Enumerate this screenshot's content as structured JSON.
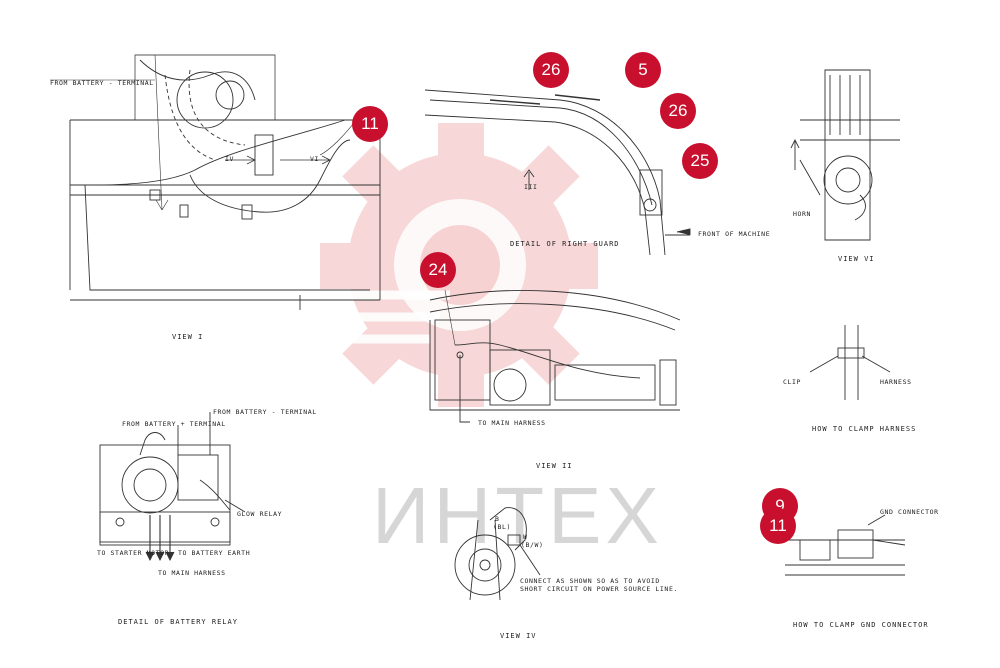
{
  "watermark": {
    "text": "ИНТЕХ",
    "color": "#f2b8b8"
  },
  "callout_color": "#c8102e",
  "callouts": [
    {
      "id": "c11a",
      "label": "11"
    },
    {
      "id": "c26a",
      "label": "26"
    },
    {
      "id": "c5",
      "label": "5"
    },
    {
      "id": "c26b",
      "label": "26"
    },
    {
      "id": "c25",
      "label": "25"
    },
    {
      "id": "c24",
      "label": "24"
    },
    {
      "id": "c9",
      "label": "9"
    },
    {
      "id": "c11b",
      "label": "11"
    }
  ],
  "labels": {
    "from_battery_minus_top": "FROM BATTERY - TERMINAL",
    "view_iv_mark": "IV",
    "view_vi_mark": "VI",
    "view_iii_mark": "III",
    "front_of_machine": "FRONT OF MACHINE",
    "horn": "HORN",
    "clip": "CLIP",
    "harness": "HARNESS",
    "to_main_harness_view2": "TO MAIN HARNESS",
    "from_battery_plus": "FROM BATTERY + TERMINAL",
    "from_battery_minus_relay": "FROM BATTERY - TERMINAL",
    "glow_relay": "GLOW RELAY",
    "to_starter_motor": "TO STARTER MOTOR",
    "to_battery_earth": "TO BATTERY EARTH",
    "to_main_harness_relay": "TO MAIN HARNESS",
    "b_mark": "B",
    "bl_mark": "(BL)",
    "w_mark": "W",
    "bw_mark": "(B/W)",
    "connect_note_1": "CONNECT AS SHOWN SO AS TO AVOID",
    "connect_note_2": "SHORT CIRCUIT ON POWER SOURCE LINE.",
    "gnd_connector": "GND CONNECTOR"
  },
  "captions": {
    "view_1": "VIEW I",
    "detail_right_guard": "DETAIL OF RIGHT GUARD",
    "view_vi": "VIEW VI",
    "view_ii": "VIEW II",
    "how_to_clamp_harness": "HOW TO CLAMP HARNESS",
    "detail_battery_relay": "DETAIL OF BATTERY RELAY",
    "view_iv": "VIEW IV",
    "how_to_clamp_gnd": "HOW TO CLAMP GND CONNECTOR"
  }
}
